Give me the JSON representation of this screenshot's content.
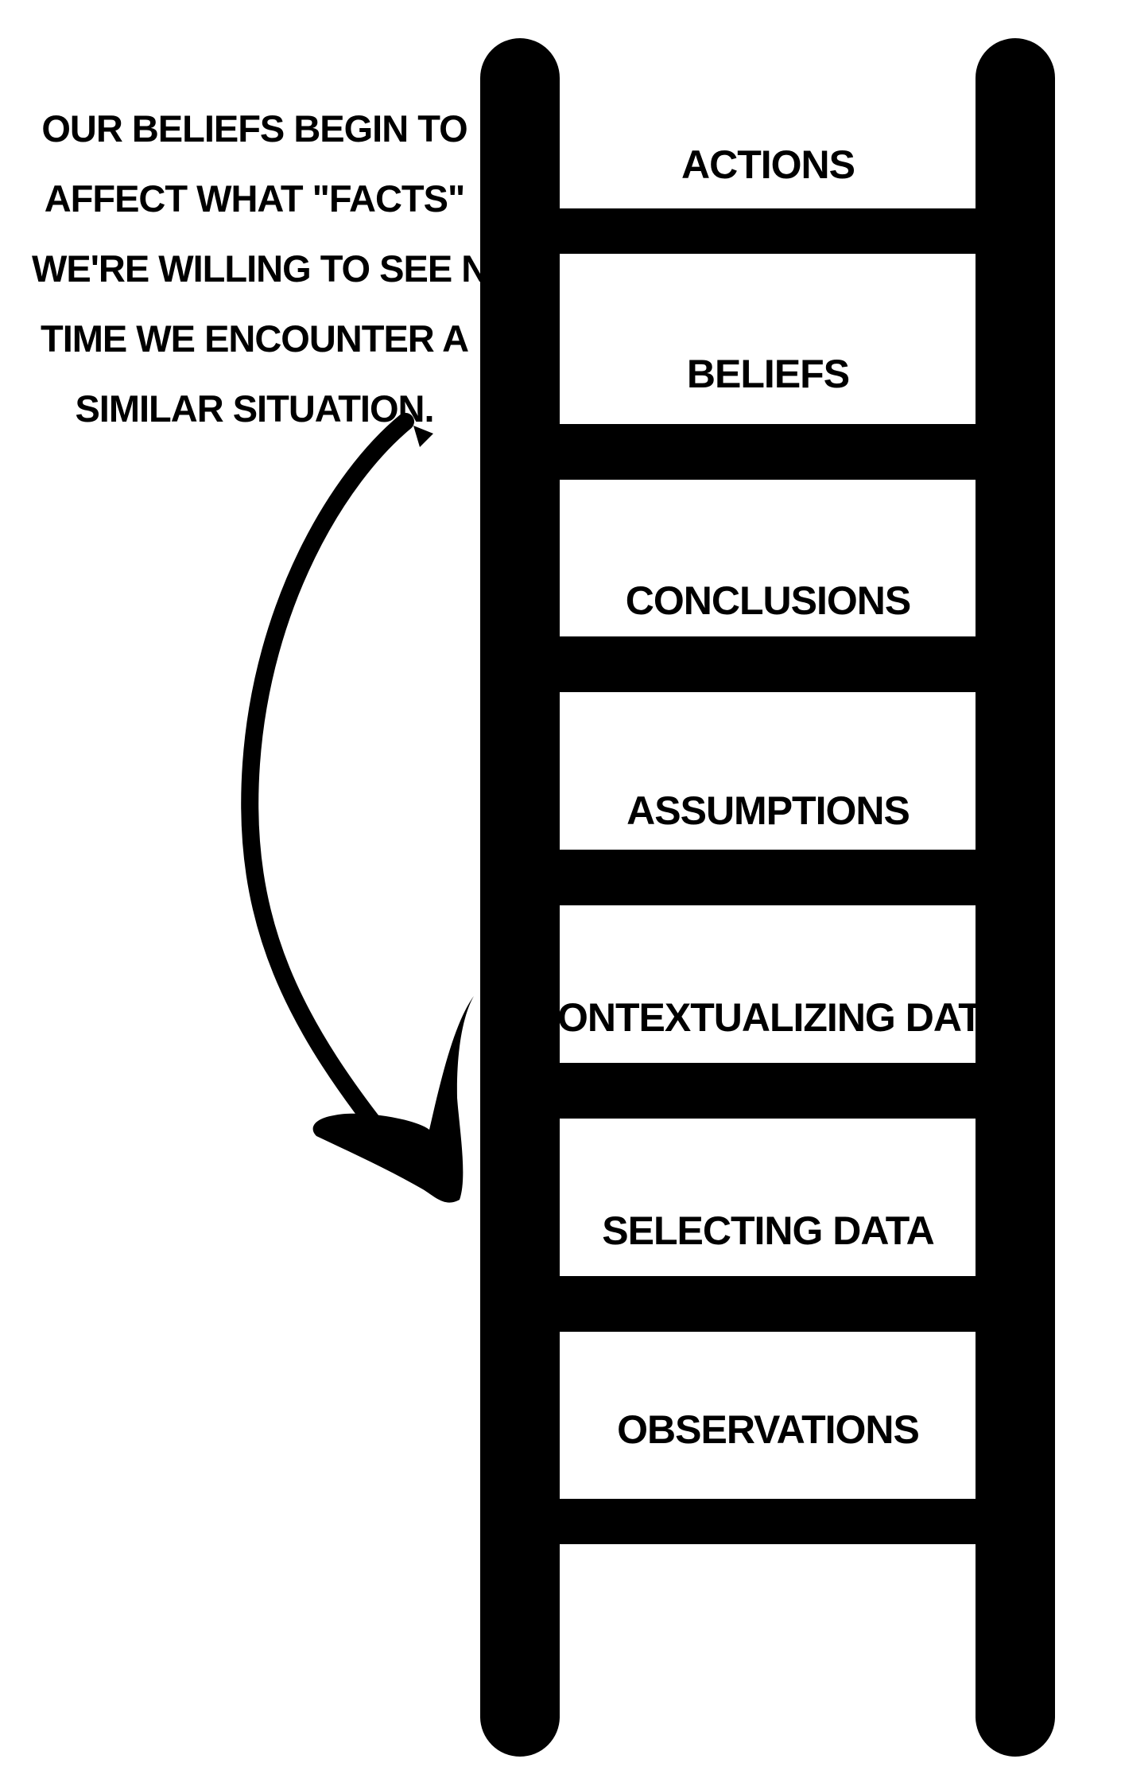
{
  "ink_color": "#000000",
  "background_color": "#ffffff",
  "note": {
    "lines": [
      "OUR BELIEFS BEGIN TO",
      "AFFECT WHAT \"FACTS\"",
      "WE'RE WILLING TO SEE NEXT",
      "TIME WE ENCOUNTER A",
      "SIMILAR SITUATION."
    ]
  },
  "ladder": {
    "rungs": [
      {
        "label": "ACTIONS"
      },
      {
        "label": "BELIEFS"
      },
      {
        "label": "CONCLUSIONS"
      },
      {
        "label": "ASSUMPTIONS"
      },
      {
        "label": "CONTEXTUALIZING DATA"
      },
      {
        "label": "SELECTING DATA"
      },
      {
        "label": "OBSERVATIONS"
      }
    ]
  },
  "arrow": {
    "icon": "curved-arrow-icon"
  }
}
